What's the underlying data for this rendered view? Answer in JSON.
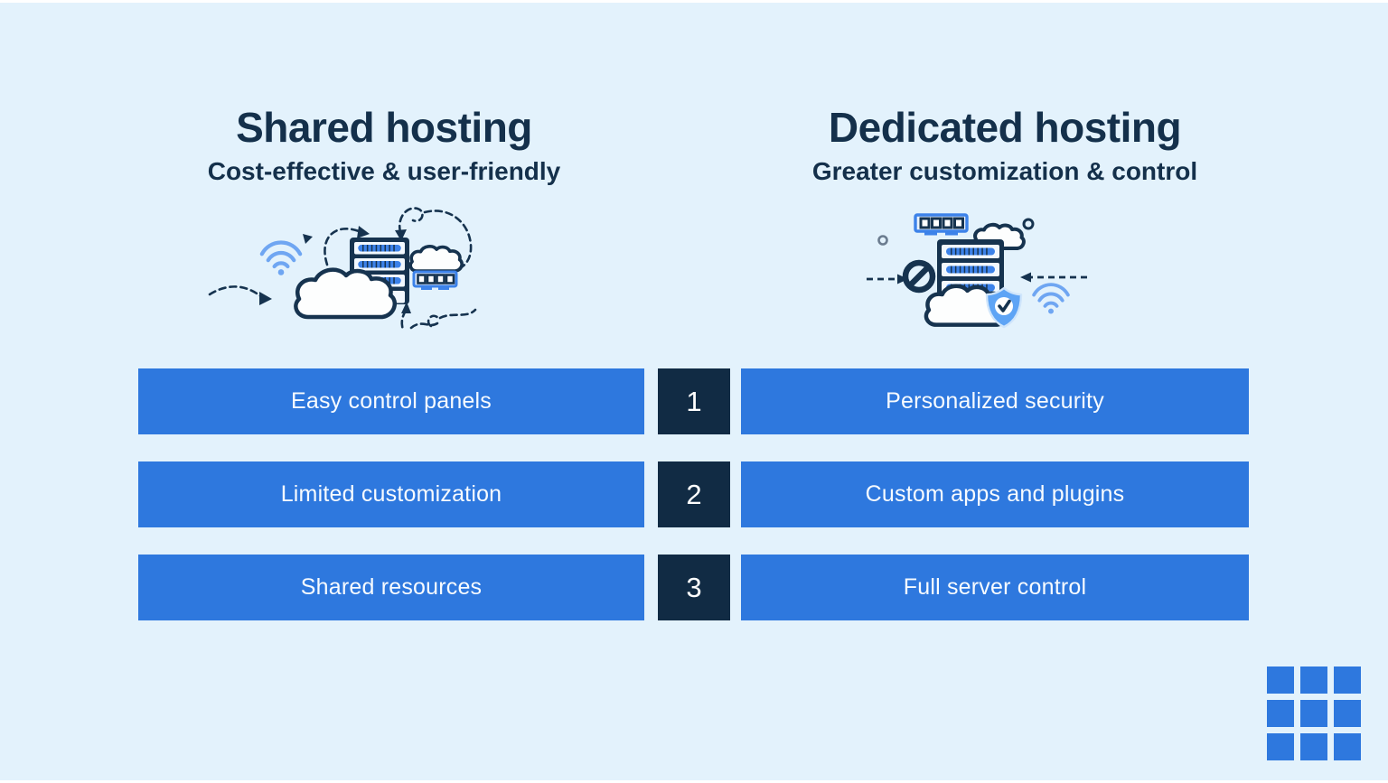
{
  "columns": {
    "shared": {
      "title": "Shared hosting",
      "subtitle": "Cost-effective & user-friendly"
    },
    "dedicated": {
      "title": "Dedicated hosting",
      "subtitle": "Greater customization & control"
    }
  },
  "rows": [
    {
      "number": "1",
      "left": "Easy control panels",
      "right": "Personalized security"
    },
    {
      "number": "2",
      "left": "Limited customization",
      "right": "Custom apps and plugins"
    },
    {
      "number": "3",
      "left": "Shared resources",
      "right": "Full server control"
    }
  ],
  "illustrations": {
    "shared": {
      "icons": [
        "wifi-icon",
        "cloud-icon",
        "server-icon",
        "ram-chip-icon",
        "dashed-arrow-icon"
      ]
    },
    "dedicated": {
      "icons": [
        "ram-chip-icon",
        "server-icon",
        "cloud-icon",
        "no-entry-icon",
        "shield-check-icon",
        "wifi-icon",
        "dashed-arrow-icon"
      ]
    }
  },
  "logo": {
    "shape": "3x3-square-grid",
    "squares": 9
  },
  "colors": {
    "background": "#e3f2fc",
    "frame": "#ffffff",
    "bar_blue": "#2e78de",
    "number_navy": "#112b44",
    "title_navy": "#14304b",
    "bar_text": "#f7fbff",
    "illustration_navy": "#16334f",
    "chip_blue": "#3c82e9",
    "accent_light_blue": "#6fa6f2",
    "shield_blue": "#5ea4f5"
  }
}
